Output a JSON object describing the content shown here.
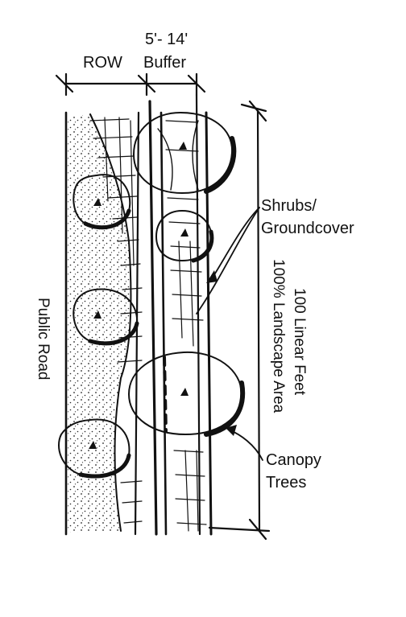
{
  "dimension": {
    "range_label": "5'- 14'",
    "row_label": "ROW",
    "buffer_label": "Buffer"
  },
  "road": {
    "label": "Public Road"
  },
  "callouts": {
    "shrubs_line1": "Shrubs/",
    "shrubs_line2": "Groundcover",
    "canopy_line1": "Canopy",
    "canopy_line2": "Trees"
  },
  "length_dimension": {
    "linear_label": "100 Linear Feet",
    "area_label": "100% Landscape Area"
  },
  "colors": {
    "ink": "#111111",
    "paper": "#ffffff"
  }
}
